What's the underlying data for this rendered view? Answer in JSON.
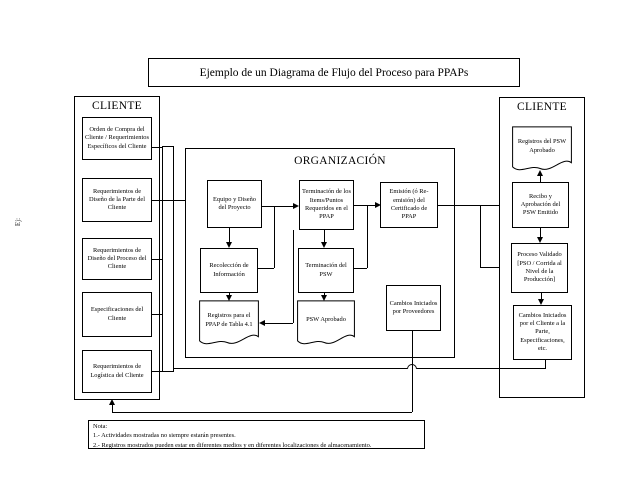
{
  "slide": {
    "title": "Ejemplo de un Diagrama de Flujo del Proceso para PPAPs",
    "margin_label": "Ej:"
  },
  "customer_left": {
    "header": "CLIENTE",
    "boxes": [
      "Orden de Compra del Cliente / Requerimientos Específicos del Cliente",
      "Requerimientos de Diseño de la Parte del Cliente",
      "Requerimientos de Diseño del Proceso del Cliente",
      "Especificaciones del Cliente",
      "Requerimientos de Logística del Cliente"
    ]
  },
  "organization": {
    "header": "ORGANIZACIÓN",
    "equipo_diseno": "Equipo y Diseño del Proyecto",
    "terminacion_items": "Terminación de los Items/Puntos Requeridos en el PPAP",
    "emision_certificado": "Emisión (ó Re-emisión) del Certificado de PPAP",
    "recoleccion_informacion": "Recolección de Información",
    "terminacion_psw": "Terminación del PSW",
    "registros_ppap": "Registros para el PPAP de Tabla 4.1",
    "psw_aprobado": "PSW Aprobado",
    "cambios_proveedores": "Cambios Iniciados por Proveedores"
  },
  "customer_right": {
    "header": "CLIENTE",
    "registros_psw": "Registros del PSW Aprobado",
    "recibo_aprobacion": "Recibo y Aprobación del PSW Emitido",
    "proceso_validado": "Proceso Validado [PSO / Corrida al Nivel de la Producción]",
    "cambios_cliente": "Cambios Iniciados por el Cliente a la Parte, Especificaciones, etc."
  },
  "note": {
    "title": "Nota:",
    "lines": [
      "1.- Actividades mostradas no siempre estarán presentes.",
      "2.- Registros mostrados pueden estar en diferentes medios y en diferentes localizaciones de almacenamiento."
    ]
  }
}
